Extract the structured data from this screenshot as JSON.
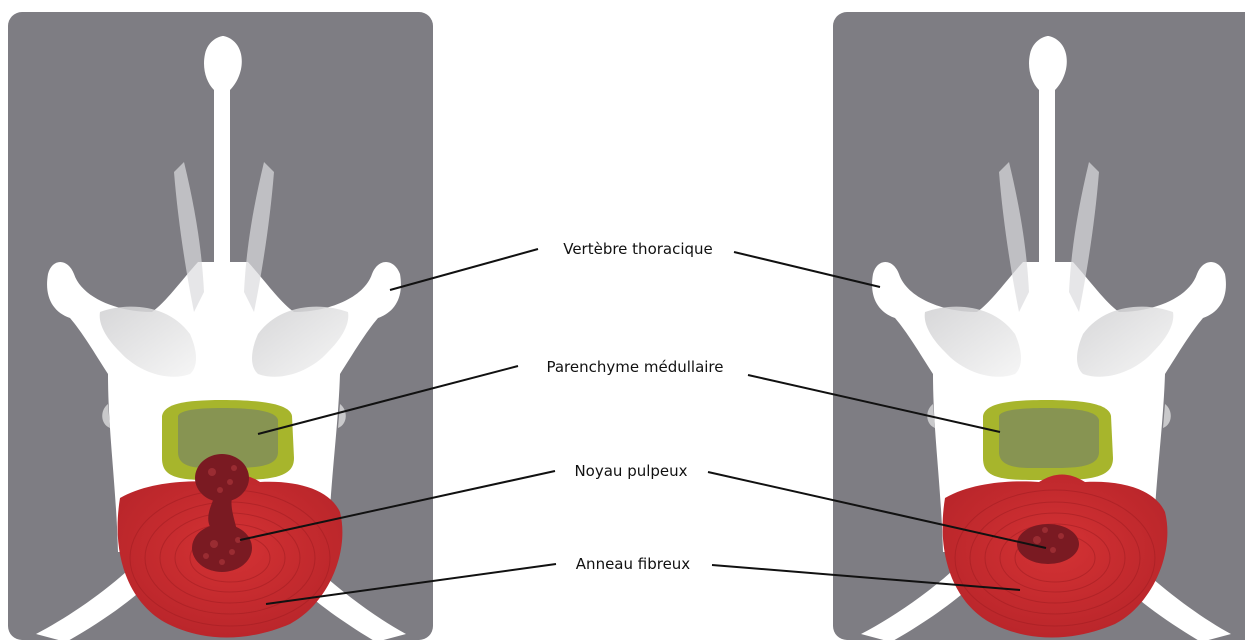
{
  "diagram": {
    "labels": {
      "vertebra": "Vertèbre thoracique",
      "spinal_cord": "Parenchyme médullaire",
      "nucleus": "Noyau pulpeux",
      "annulus": "Anneau fibreux"
    },
    "colors": {
      "panel_background": "#7e7d83",
      "bone": "#ffffff",
      "spinal_cord_outer": "#a7b52c",
      "spinal_cord_inner": "#879452",
      "annulus": "#c8292c",
      "nucleus": "#7a1a22",
      "leader_line": "#111111"
    },
    "panels": [
      {
        "state": "herniated",
        "nucleus_shape": "extruded-dumbbell"
      },
      {
        "state": "normal",
        "nucleus_shape": "central-oval"
      }
    ]
  }
}
